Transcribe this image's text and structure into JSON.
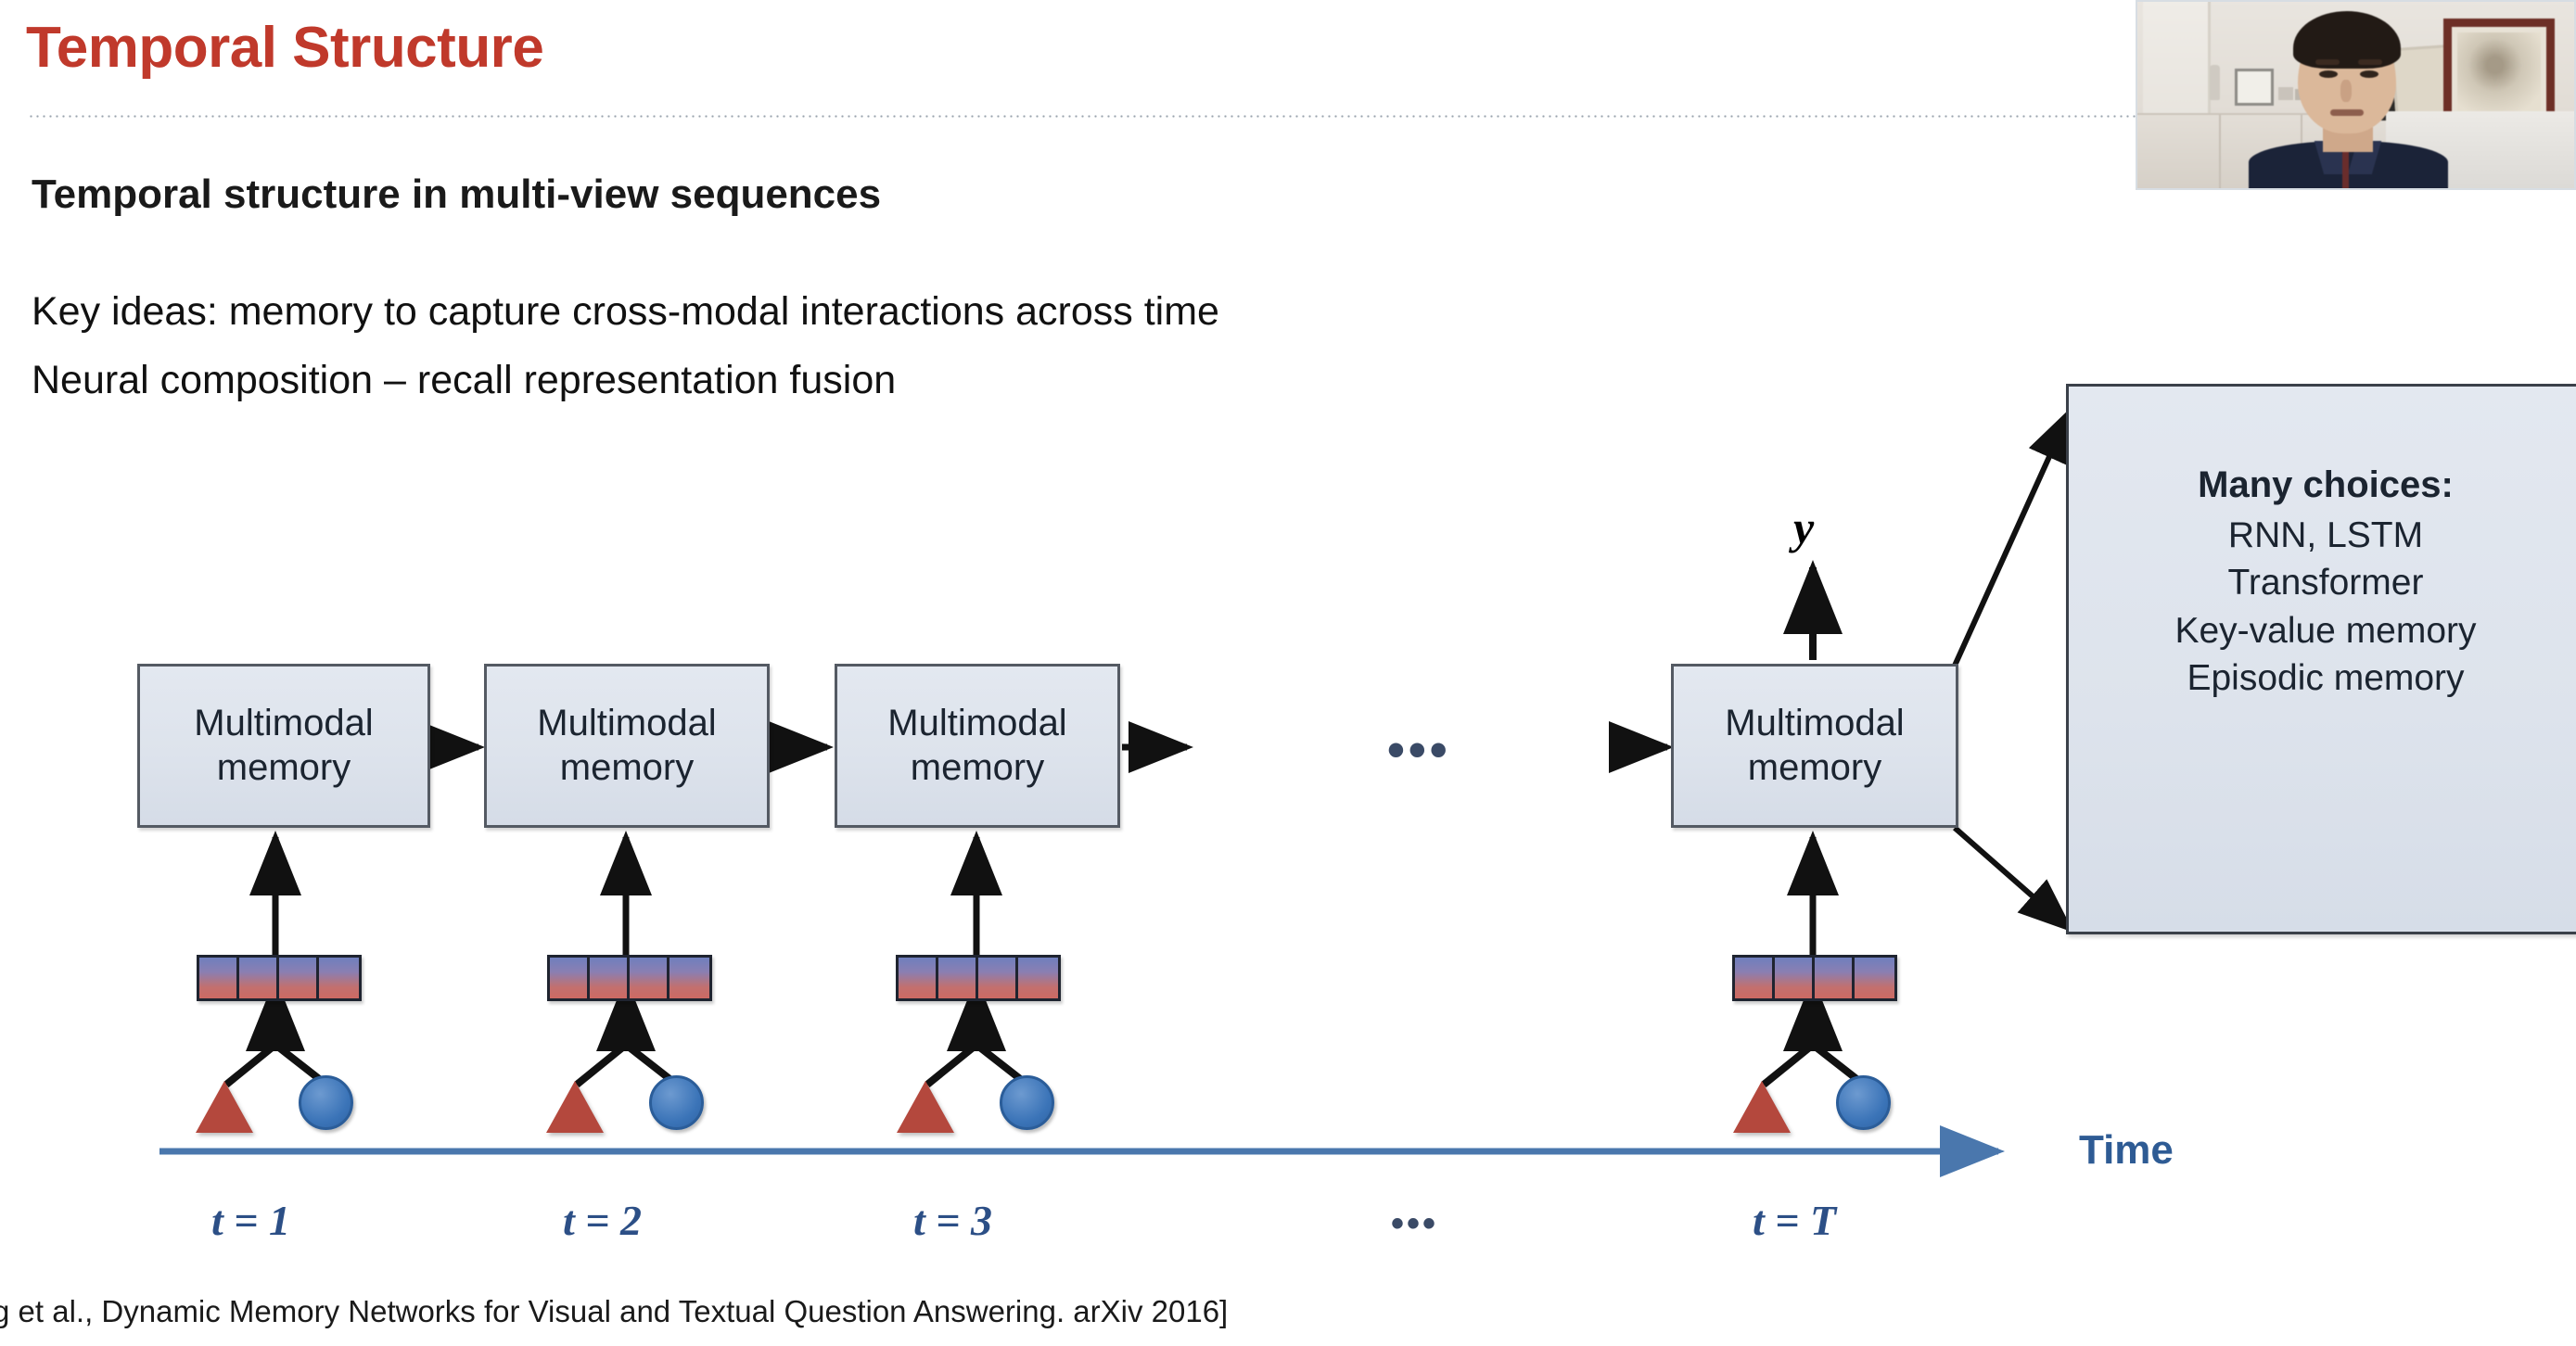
{
  "slide": {
    "title": "Temporal Structure",
    "subheading": "Temporal structure in multi-view sequences",
    "body_lines": [
      "Key ideas: memory to capture cross-modal interactions across time",
      "Neural composition – recall representation fusion"
    ],
    "citation": "g et al., Dynamic Memory Networks for Visual and Textual Question Answering. arXiv 2016]"
  },
  "diagram": {
    "memory_boxes": [
      {
        "line1": "Multimodal",
        "line2": "memory"
      },
      {
        "line1": "Multimodal",
        "line2": "memory"
      },
      {
        "line1": "Multimodal",
        "line2": "memory"
      },
      {
        "line1": "Multimodal",
        "line2": "memory"
      }
    ],
    "output_label": "y",
    "time_axis_label": "Time",
    "time_ticks": [
      "t = 1",
      "t = 2",
      "t = 3",
      "t = T"
    ],
    "ellipsis_top": "•••",
    "ellipsis_bottom": "•••",
    "fusion_bar_cells": 4,
    "modality_shapes": [
      "triangle",
      "circle"
    ],
    "choices": {
      "title": "Many choices:",
      "items": [
        "RNN, LSTM",
        "Transformer",
        "Key-value memory",
        "Episodic memory"
      ]
    }
  },
  "colors": {
    "title_red": "#c0392b",
    "box_fill": "#dde3ec",
    "box_border": "#545a63",
    "accent_blue": "#2e5b94",
    "tick_blue": "#2c4f86",
    "triangle_red": "#b4483d",
    "circle_blue": "#3b74b8"
  },
  "webcam": {
    "present": true
  }
}
